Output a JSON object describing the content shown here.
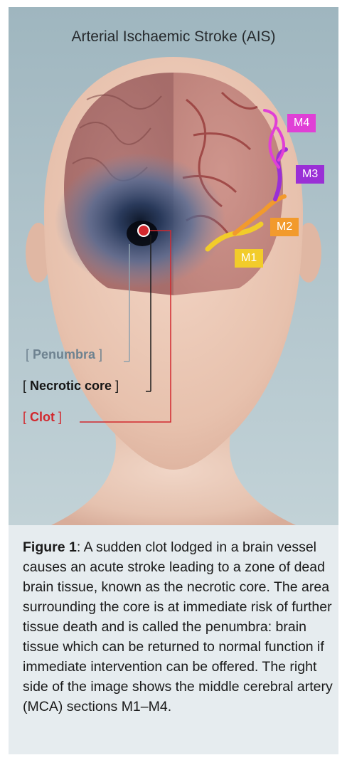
{
  "title": "Arterial Ischaemic Stroke (AIS)",
  "labels": {
    "penumbra": "Penumbra",
    "necrotic_core": "Necrotic core",
    "clot": "Clot"
  },
  "mca_sections": [
    "M4",
    "M3",
    "M2",
    "M1"
  ],
  "caption": {
    "label": "Figure 1",
    "text": ": A sudden clot lodged in a brain vessel causes an acute stroke leading to a zone of dead brain tissue, known as the necrotic core. The area surrounding the core is at immediate risk of further tissue death and is called the penumbra: brain tissue which can be returned to normal function if immediate intervention can be offered. The right side of the image shows the middle cerebral artery (MCA) sections M1–M4."
  },
  "colors": {
    "clot": "#d2282e",
    "penumbra": "#6e8290",
    "m4": "#e03fd6",
    "m3": "#9a2fd6",
    "m2": "#f29a2c",
    "m1": "#f2cc2a"
  }
}
